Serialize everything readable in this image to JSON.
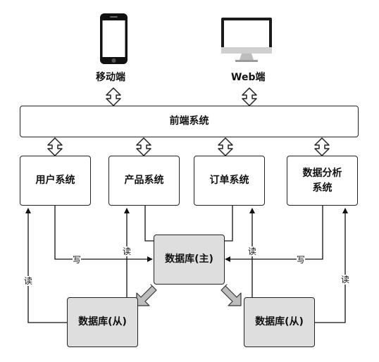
{
  "devices": {
    "mobile": "移动端",
    "web": "Web端"
  },
  "frontend": "前端系统",
  "systems": {
    "user": "用户系统",
    "product": "产品系统",
    "order": "订单系统",
    "analytics": "数据分析\n系统"
  },
  "databases": {
    "master": "数据库(主)",
    "slave_left": "数据库(从)",
    "slave_right": "数据库(从)"
  },
  "edge_labels": {
    "write": "写",
    "read": "读"
  }
}
